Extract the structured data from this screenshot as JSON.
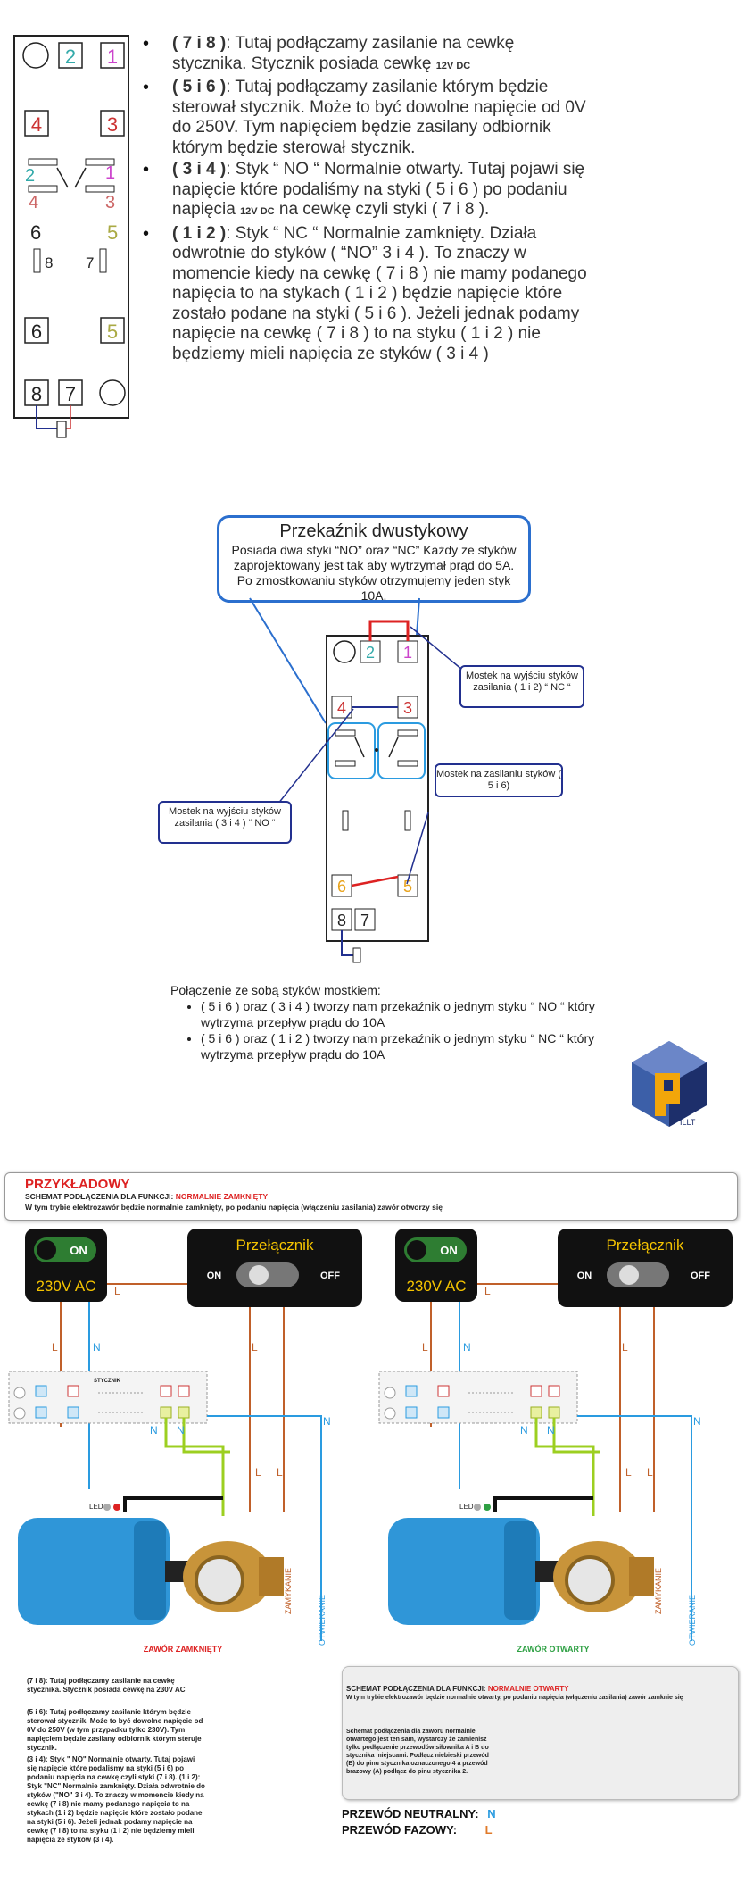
{
  "section1": {
    "relay_labels": {
      "top_2": "2",
      "top_1": "1",
      "mid_4": "4",
      "mid_3": "3",
      "sw_2": "2",
      "sw_1": "1",
      "sw_4": "4",
      "sw_3": "3",
      "n6": "6",
      "n5": "5",
      "n8": "8",
      "n7": "7",
      "b6": "6",
      "b5": "5",
      "c8": "8",
      "c7": "7"
    },
    "bullets": [
      {
        "bold": "( 7 i 8 )",
        "text": ": Tutaj podłączamy zasilanie na cewkę stycznika. Stycznik posiada cewkę ",
        "small": "12V DC",
        "tail": ""
      },
      {
        "bold": "( 5 i 6 )",
        "text": ": Tutaj podłączamy zasilanie którym będzie sterował stycznik. Może to być dowolne napięcie od 0V do 250V. Tym napięciem będzie zasilany odbiornik którym będzie sterował stycznik.",
        "small": "",
        "tail": ""
      },
      {
        "bold": "( 3 i 4 )",
        "text": ": Styk “ NO “ Normalnie otwarty. Tutaj pojawi się napięcie które podaliśmy na styki ( 5 i 6 ) po podaniu napięcia ",
        "small": "12V DC",
        "tail": " na cewkę czyli styki ( 7 i 8 )."
      },
      {
        "bold": "( 1 i 2 )",
        "text": ": Styk “ NC “ Normalnie zamknięty. Działa odwrotnie do styków ( “NO” 3 i 4 ). To znaczy w momencie kiedy na cewkę ( 7 i 8 ) nie mamy podanego napięcia to na stykach ( 1 i 2 ) będzie napięcie które zostało podane na styki ( 5 i 6 ). Jeżeli jednak podamy napięcie na cewkę ( 7 i 8 ) to na styku ( 1 i 2 ) nie będziemy mieli napięcia ze styków ( 3 i 4 )",
        "small": "",
        "tail": ""
      }
    ]
  },
  "section2": {
    "title": "Przekaźnik dwustykowy",
    "title_body": "Posiada dwa styki “NO” oraz “NC” Każdy ze styków zaprojektowany jest tak aby wytrzymał prąd do 5A. Po zmostkowaniu styków otrzymujemy jeden styk 10A.",
    "callout_nc": "Mostek na wyjściu styków zasilania ( 1 i 2) “ NC “",
    "callout_56": "Mostek na zasilaniu styków ( 5 i 6)",
    "callout_no": "Mostek na wyjściu styków zasilania ( 3 i 4 ) “ NO “",
    "relay_labels": {
      "t2": "2",
      "t1": "1",
      "m4": "4",
      "m3": "3",
      "b6": "6",
      "b5": "5",
      "c8": "8",
      "c7": "7"
    },
    "para_heading": "Połączenie ze sobą styków mostkiem:",
    "para_items": [
      "( 5 i 6 ) oraz ( 3 i 4 ) tworzy nam przekaźnik o jednym styku “ NO “ który wytrzyma przepływ prądu do 10A",
      "( 5 i 6 ) oraz ( 1 i 2 ) tworzy nam przekaźnik o jednym styku “ NC “ który wytrzyma przepływ prądu do 10A"
    ],
    "logo_text": "ILLT"
  },
  "section3": {
    "banner_title": "PRZYKŁADOWY",
    "banner_sub_prefix": "SCHEMAT PODŁĄCZENIA DLA FUNKCJI: ",
    "banner_sub_red": "NORMALNIE ZAMKNIĘTY",
    "banner_line": "W tym trybie elektrozawór będzie normalnie zamknięty, po podaniu napięcia (włączeniu zasilania) zawór otworzy się",
    "power_on": "ON",
    "power_label": "230V AC",
    "switch_title": "Przełącznik",
    "switch_on": "ON",
    "switch_off": "OFF",
    "wire_L": "L",
    "wire_N": "N",
    "stycznik": "STYCZNIK",
    "led": "LED",
    "zamykanie": "ZAMYKANIE",
    "otwieranie": "OTWIERANIE",
    "valve_left": "ZAWÓR ZAMKNIĘTY",
    "valve_right": "ZAWÓR OTWARTY"
  },
  "section4": {
    "notes_left": [
      "(7 i 8): Tutaj podłączamy zasilanie na cewkę stycznika. Stycznik posiada cewkę na 230V AC",
      "(5 i 6): Tutaj podłączamy zasilanie którym będzie sterował stycznik. Może to być dowolne napięcie od 0V do 250V (w tym przypadku tylko 230V). Tym napięciem będzie zasilany odbiornik którym steruje stycznik.",
      "(3 i 4): Styk \" NO\" Normalnie otwarty. Tutaj pojawi się napięcie które podaliśmy na styki (5 i 6) po podaniu napięcia na cewkę czyli styki (7 i 8). (1 i 2): Styk \"NC\" Normalnie zamknięty. Działa odwrotnie do styków (\"NO\" 3 i 4). To znaczy w momencie kiedy na cewkę (7 i 8) nie mamy podanego napięcia to na stykach (1 i 2) będzie napięcie które zostało podane na styki (5 i 6). Jeżeli jednak podamy napięcie na cewkę (7 i 8) to na styku (1 i 2) nie będziemy mieli napięcia ze styków (3 i 4)."
    ],
    "panel_title_prefix": "SCHEMAT PODŁĄCZENIA DLA FUNKCJI: ",
    "panel_title_red": "NORMALNIE OTWARTY",
    "panel_line": "W tym trybie elektrozawór będzie normalnie otwarty, po podaniu napięcia (włączeniu zasilania) zawór zamknie się",
    "panel_body": "Schemat podłączenia dla zaworu normalnie otwartego jest ten sam, wystarczy że zamienisz tylko podłączenie przewodów siłownika A i B do stycznika miejscami. Podłącz niebieski przewód (B) do pinu stycznika oznaczonego 4 a przewód brazowy (A) podłącz do pinu stycznika 2.",
    "legend_neutral": "PRZEWÓD NEUTRALNY:",
    "legend_neutral_sym": "N",
    "legend_phase": "PRZEWÓD FAZOWY:",
    "legend_phase_sym": "L",
    "colors": {
      "neutral": "#2a9be0",
      "phase": "#e07a2a",
      "red": "#d22222",
      "blue": "#2b6fce"
    }
  }
}
